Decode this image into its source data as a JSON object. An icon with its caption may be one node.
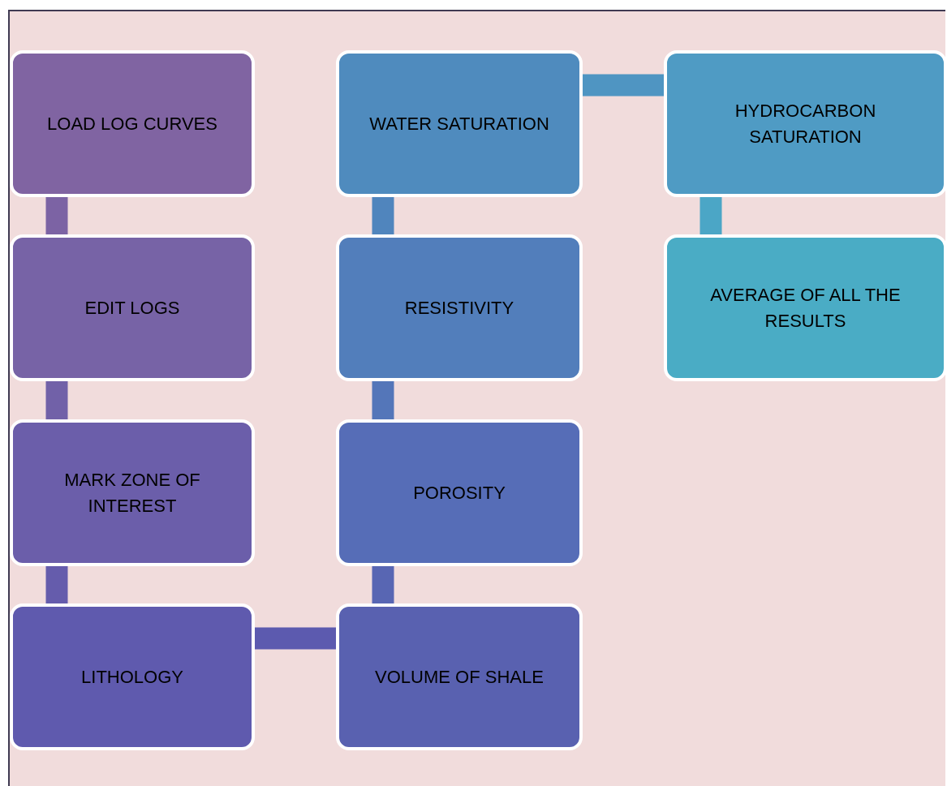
{
  "diagram": {
    "nodes": [
      {
        "text": [
          "LOAD LOG CURVES"
        ]
      },
      {
        "text": [
          "EDIT LOGS"
        ]
      },
      {
        "text": [
          "MARK ZONE OF INTEREST"
        ]
      },
      {
        "text": [
          "LITHOLOGY"
        ]
      },
      {
        "text": [
          "VOLUME OF SHALE"
        ]
      },
      {
        "text": [
          "POROSITY"
        ]
      },
      {
        "text": [
          "RESISTIVITY"
        ]
      },
      {
        "text": [
          "WATER SATURATION"
        ]
      },
      {
        "text": [
          "HYDROCARBON SATURATION"
        ]
      },
      {
        "text": [
          "AVERAGE OF ALL THE RESULTS"
        ]
      }
    ],
    "edges": [
      {
        "from": 0,
        "to": 1,
        "arrow": "none",
        "color": "#7c63a4"
      },
      {
        "from": 1,
        "to": 2,
        "arrow": "none",
        "color": "#7161a8"
      },
      {
        "from": 2,
        "to": 3,
        "arrow": "none",
        "color": "#655cac"
      },
      {
        "from": 3,
        "to": 4,
        "arrow": "none",
        "color": "#5c5aaf"
      },
      {
        "from": 4,
        "to": 5,
        "arrow": "none",
        "color": "#5866b3"
      },
      {
        "from": 5,
        "to": 6,
        "arrow": "none",
        "color": "#5476b9"
      },
      {
        "from": 6,
        "to": 7,
        "arrow": "none",
        "color": "#5085bd"
      },
      {
        "from": 7,
        "to": 8,
        "arrow": "none",
        "color": "#4f95c2"
      },
      {
        "from": 8,
        "to": 9,
        "arrow": "none",
        "color": "#4ba6c6"
      }
    ]
  }
}
